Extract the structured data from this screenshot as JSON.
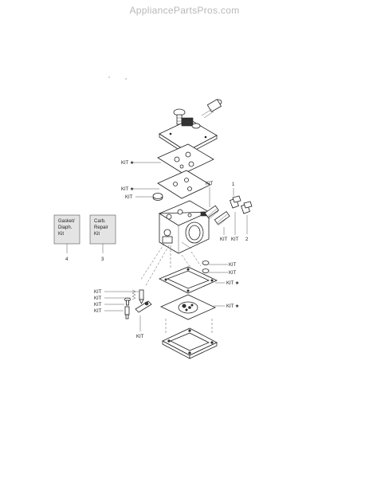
{
  "watermark": "AppliancePartsPros.com",
  "kit_boxes": [
    {
      "lines": [
        "Gasket/",
        "Diaph.",
        "Kit"
      ],
      "number": "4"
    },
    {
      "lines": [
        "Carb.",
        "Repair",
        "Kit"
      ],
      "number": "3"
    }
  ],
  "callouts": {
    "kit_star_1": "KIT ★",
    "kit_star_2": "KIT ★",
    "kit_left": "KIT",
    "kit_needle_top": "KIT",
    "num_1": "1",
    "kit_needle_bottom_a": "KIT",
    "kit_needle_bottom_b": "KIT",
    "num_2": "2",
    "kit_right_1": "KIT",
    "kit_right_2": "KIT",
    "kit_star_3": "KIT ★",
    "kit_lower_1": "KIT",
    "kit_lower_2": "KIT",
    "kit_lower_3": "KIT",
    "kit_lower_4": "KIT",
    "kit_star_4": "KIT ★",
    "kit_bottom": "KIT"
  }
}
